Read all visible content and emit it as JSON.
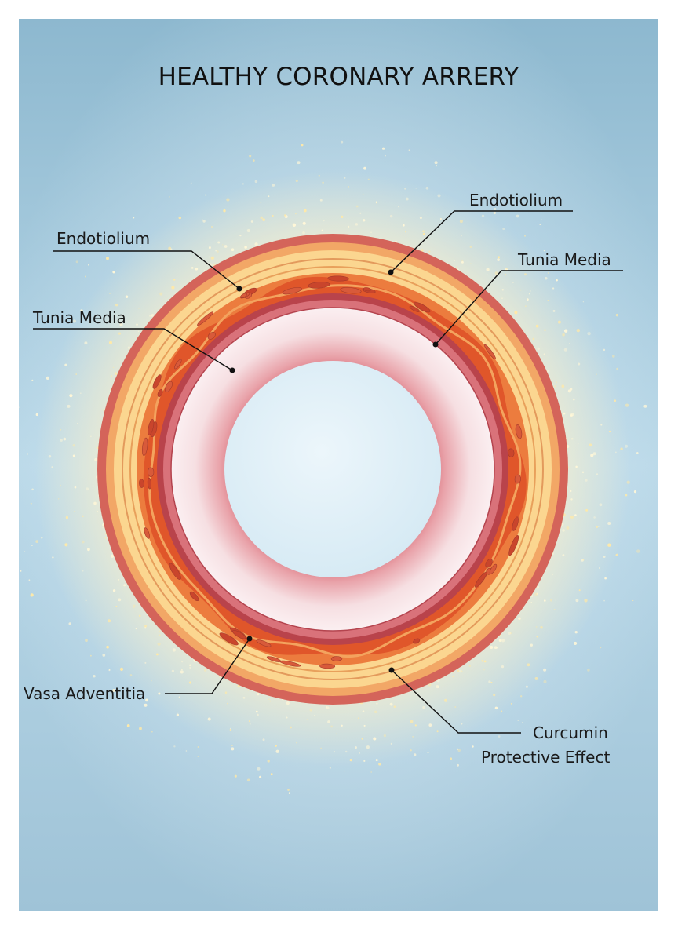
{
  "title": "HEALTHY CORONARY ARRERY",
  "labels": {
    "endothelium_left": "Endotiolium",
    "endothelium_right": "Endotiolium",
    "tunica_media_left": "Tunia Media",
    "tunica_media_right": "Tunia Media",
    "vasa_adventitia": "Vasa Adventitia",
    "curcumin_line1": "Curcumin",
    "curcumin_line2": "Protective Effect"
  },
  "colors": {
    "background_top": "#8fb9cf",
    "background_bottom": "#cfe6f2",
    "outer_wall": "#d9665a",
    "adventitia": "#f5c77a",
    "media": "#e8662f",
    "intima": "#c84b4b",
    "lumen": "#dfeff7",
    "glow": "#fff3c4"
  }
}
